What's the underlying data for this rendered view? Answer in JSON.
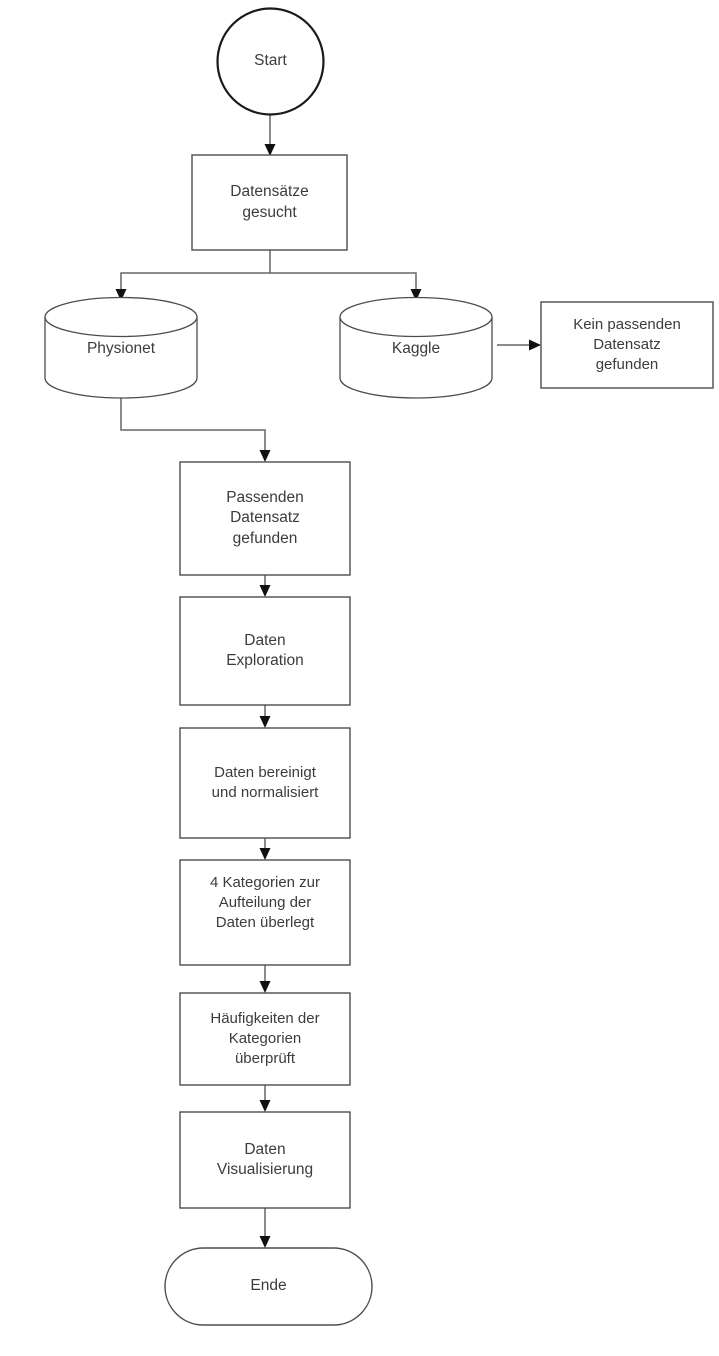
{
  "diagram": {
    "title": "Datensatz-Workflow Flussdiagramm",
    "language": "de",
    "background_color": "#ffffff",
    "node_fill_color": "#ffffff",
    "node_border_color": "#4d4d4d",
    "terminator_border_color": "#1a1a1a",
    "connector_color": "#666666",
    "text_color": "#3c3c3c"
  },
  "nodes": {
    "start": {
      "label": "Start",
      "shape": "circle"
    },
    "datensaetze_gesucht": {
      "label": "Datensätze\ngesucht",
      "shape": "rectangle"
    },
    "physionet": {
      "label": "Physionet",
      "shape": "cylinder"
    },
    "kaggle": {
      "label": "Kaggle",
      "shape": "cylinder"
    },
    "kein_passender_datensatz": {
      "label": "Kein passenden\nDatensatz\ngefunden",
      "shape": "rectangle"
    },
    "passenden_datensatz_gefunden": {
      "label": "Passenden\nDatensatz\ngefunden",
      "shape": "rectangle"
    },
    "daten_exploration": {
      "label": "Daten\nExploration",
      "shape": "rectangle"
    },
    "daten_bereinigt": {
      "label": "Daten bereinigt\nund normalisiert",
      "shape": "rectangle"
    },
    "vier_kategorien": {
      "label": "4 Kategorien zur\nAufteilung der\nDaten überlegt",
      "shape": "rectangle"
    },
    "haeufigkeiten": {
      "label": "Häufigkeiten der\nKategorien\nüberprüft",
      "shape": "rectangle"
    },
    "daten_visualisierung": {
      "label": "Daten\nVisualisierung",
      "shape": "rectangle"
    },
    "ende": {
      "label": "Ende",
      "shape": "stadium"
    }
  },
  "edges": [
    {
      "from": "start",
      "to": "datensaetze_gesucht",
      "label": ""
    },
    {
      "from": "datensaetze_gesucht",
      "to": "physionet",
      "label": ""
    },
    {
      "from": "datensaetze_gesucht",
      "to": "kaggle",
      "label": ""
    },
    {
      "from": "kaggle",
      "to": "kein_passender_datensatz",
      "label": ""
    },
    {
      "from": "physionet",
      "to": "passenden_datensatz_gefunden",
      "label": ""
    },
    {
      "from": "passenden_datensatz_gefunden",
      "to": "daten_exploration",
      "label": ""
    },
    {
      "from": "daten_exploration",
      "to": "daten_bereinigt",
      "label": ""
    },
    {
      "from": "daten_bereinigt",
      "to": "vier_kategorien",
      "label": ""
    },
    {
      "from": "vier_kategorien",
      "to": "haeufigkeiten",
      "label": ""
    },
    {
      "from": "haeufigkeiten",
      "to": "daten_visualisierung",
      "label": ""
    },
    {
      "from": "daten_visualisierung",
      "to": "ende",
      "label": ""
    }
  ]
}
